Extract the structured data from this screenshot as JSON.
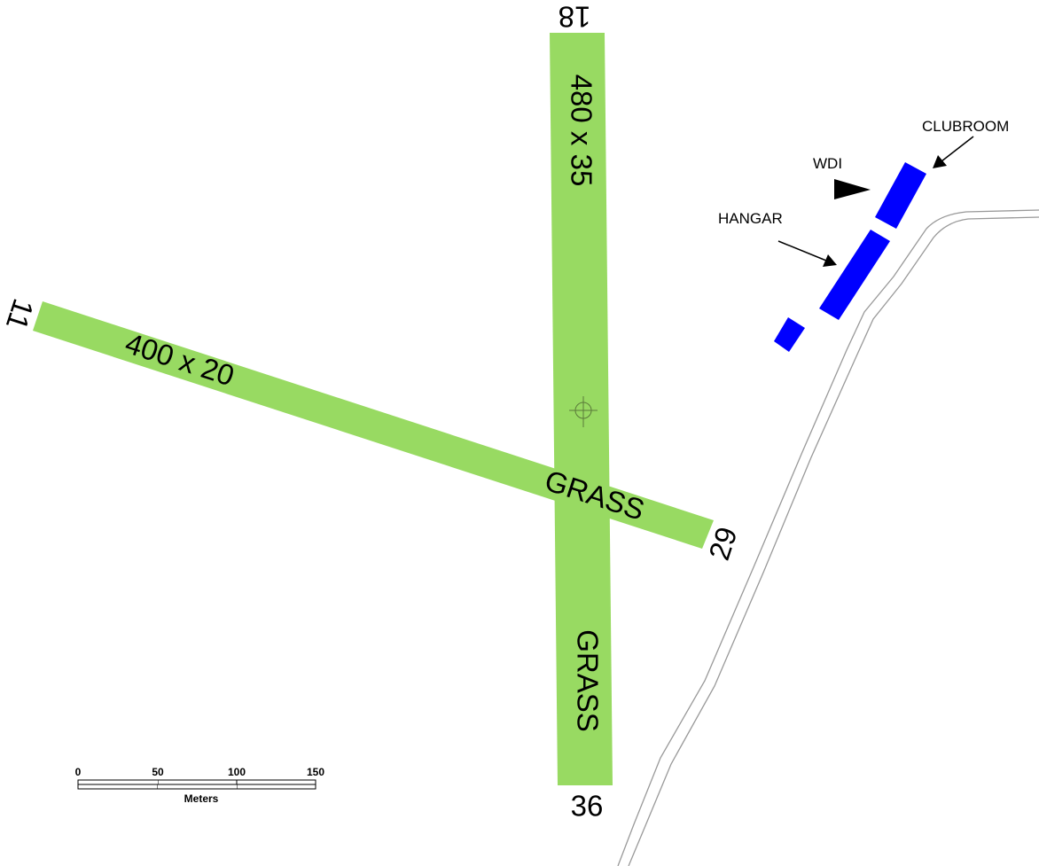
{
  "colors": {
    "grass": "#98da62",
    "building": "#0000ff",
    "road_edge": "#999999",
    "ink": "#000000"
  },
  "runway_18_36": {
    "end_north": "18",
    "end_south": "36",
    "dimensions": "480 x 35",
    "surface": "GRASS"
  },
  "runway_11_29": {
    "end_west": "11",
    "end_east": "29",
    "dimensions": "400 x 20",
    "surface": "GRASS"
  },
  "labels": {
    "clubroom": "CLUBROOM",
    "wdi": "WDI",
    "hangar": "HANGAR"
  },
  "icons": {
    "aerodrome_reference_point": "crosshair-icon",
    "wind_direction_indicator": "triangle-icon"
  },
  "scale_bar": {
    "ticks": [
      "0",
      "50",
      "100",
      "150"
    ],
    "unit": "Meters"
  }
}
